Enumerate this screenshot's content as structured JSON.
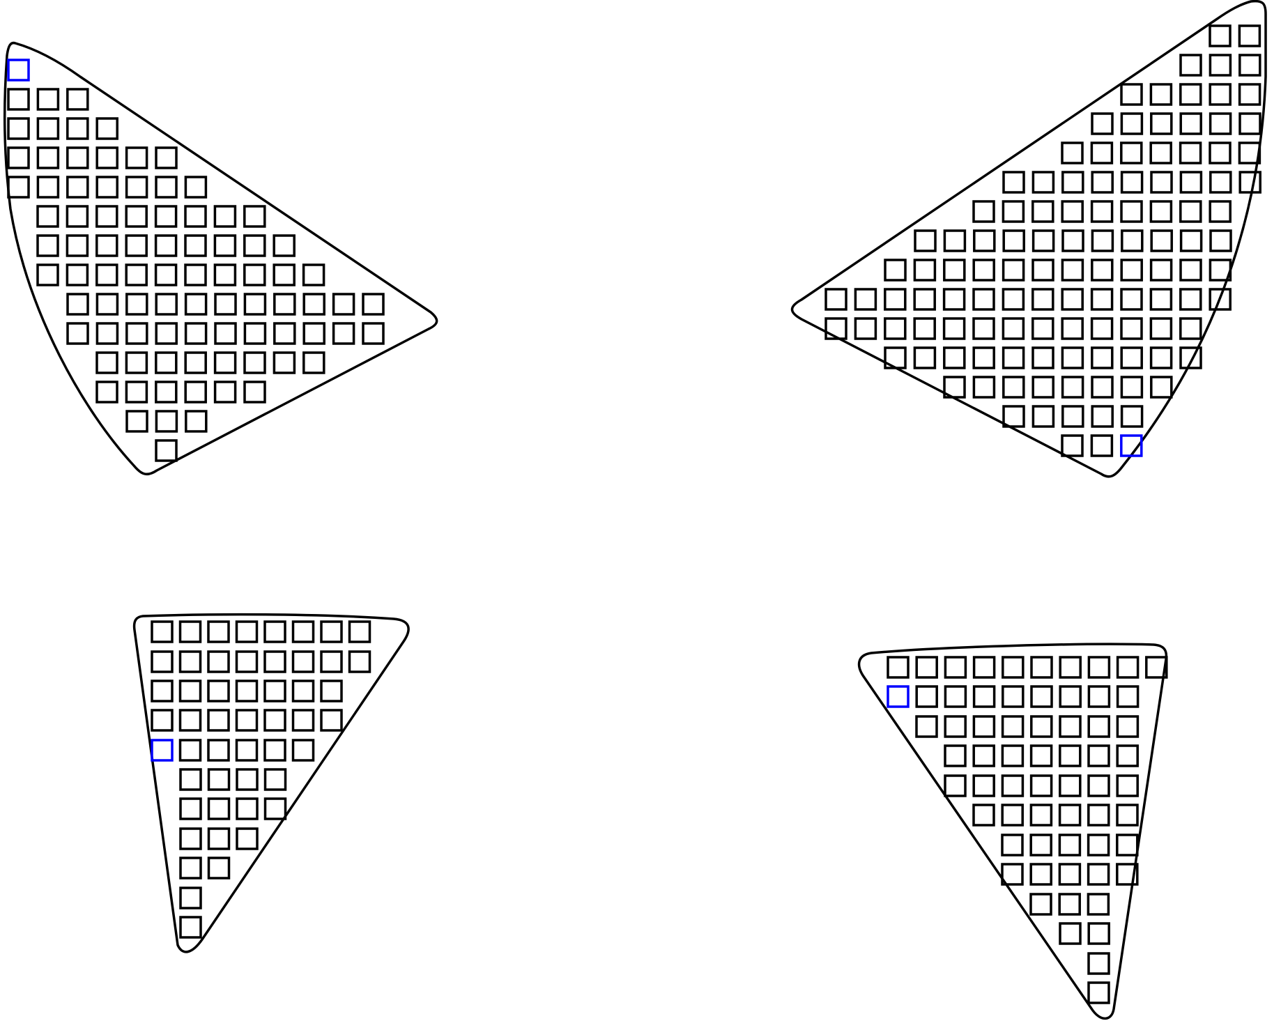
{
  "colors": {
    "outline": "#000000",
    "cell": "#000000",
    "highlight": "#0000ff",
    "background": "#ffffff"
  },
  "panels": [
    {
      "id": "top-left",
      "row_counts": [
        1,
        3,
        4,
        6,
        7,
        8,
        9,
        10,
        11,
        11,
        8,
        6,
        3,
        1
      ],
      "highlighted_cell": {
        "row": 1,
        "index": 1
      }
    },
    {
      "id": "top-right",
      "row_counts": [
        2,
        3,
        5,
        6,
        7,
        9,
        9,
        11,
        12,
        14,
        13,
        11,
        8,
        5,
        3
      ],
      "highlighted_cell": {
        "row": 15,
        "index": 3
      }
    },
    {
      "id": "bottom-left",
      "row_counts": [
        8,
        8,
        7,
        7,
        6,
        4,
        4,
        3,
        2,
        1,
        1
      ],
      "highlighted_cell": {
        "row": 5,
        "index": 1
      }
    },
    {
      "id": "bottom-right",
      "row_counts": [
        10,
        9,
        8,
        7,
        7,
        6,
        5,
        5,
        3,
        2,
        1,
        1
      ],
      "highlighted_cell": {
        "row": 2,
        "index": 1
      }
    }
  ]
}
